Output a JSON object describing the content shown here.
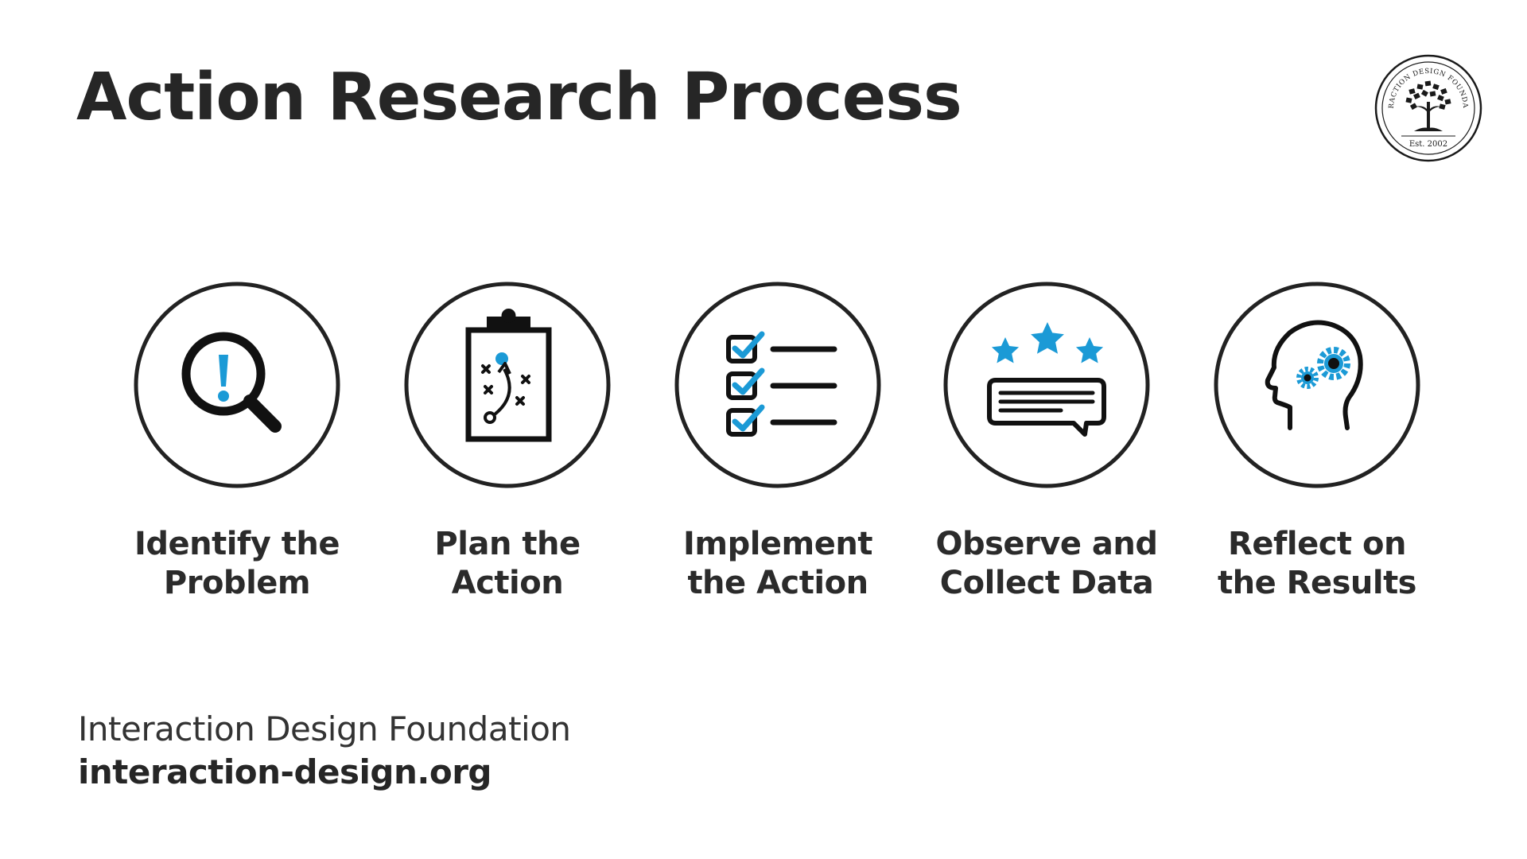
{
  "title": "Action Research Process",
  "logo": {
    "arc_text": "INTERACTION DESIGN FOUNDATION",
    "established": "Est. 2002"
  },
  "colors": {
    "accent": "#1B9AD6",
    "ink": "#1a1a1a",
    "text": "#2b2b2b"
  },
  "steps": [
    {
      "line1": "Identify the",
      "line2": "Problem",
      "icon": "magnifier-exclamation-icon"
    },
    {
      "line1": "Plan the",
      "line2": "Action",
      "icon": "clipboard-strategy-icon"
    },
    {
      "line1": "Implement",
      "line2": "the Action",
      "icon": "checklist-icon"
    },
    {
      "line1": "Observe and",
      "line2": "Collect Data",
      "icon": "stars-feedback-icon"
    },
    {
      "line1": "Reflect on",
      "line2": "the Results",
      "icon": "head-gears-icon"
    }
  ],
  "footer": {
    "org": "Interaction Design Foundation",
    "url": "interaction-design.org"
  }
}
